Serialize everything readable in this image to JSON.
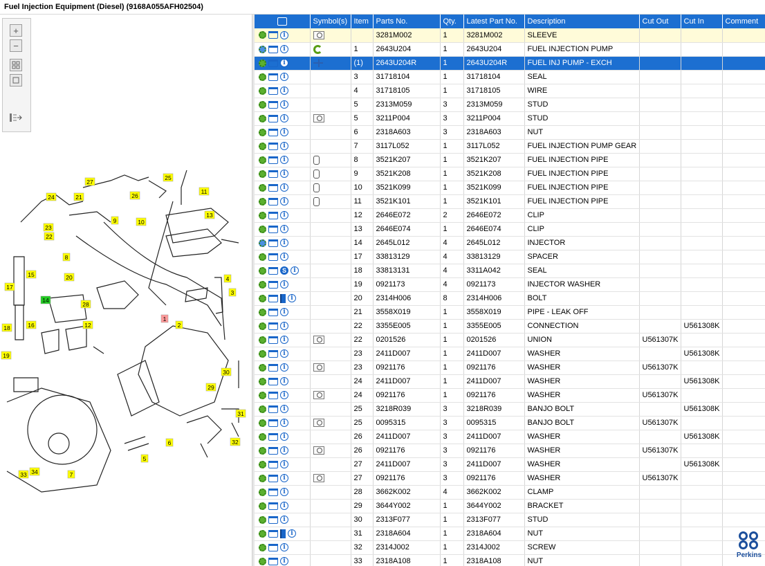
{
  "title": "Fuel Injection Equipment (Diesel) (9168A055AFH02504)",
  "toolbox": {
    "zoom_in": "+",
    "zoom_out": "−"
  },
  "table": {
    "headers": [
      "Symbol(s)",
      "Item",
      "Parts No.",
      "Qty.",
      "Latest Part No.",
      "Description",
      "Cut Out",
      "Cut In",
      "Comment"
    ],
    "rows": [
      {
        "icons": [
          "gear",
          "cart",
          "info"
        ],
        "sym": "mag",
        "item": "",
        "part": "3281M002",
        "qty": "1",
        "latest": "3281M002",
        "desc": "SLEEVE",
        "cutout": "",
        "cutin": "",
        "comment": "",
        "state": "hl"
      },
      {
        "icons": [
          "gear2",
          "cart",
          "info"
        ],
        "sym": "arrow",
        "item": "1",
        "part": "2643U204",
        "qty": "1",
        "latest": "2643U204",
        "desc": "FUEL INJECTION PUMP",
        "cutout": "",
        "cutin": "",
        "comment": "",
        "state": ""
      },
      {
        "icons": [
          "gear",
          "cart",
          "info"
        ],
        "sym": "split",
        "item": "(1)",
        "part": "2643U204R",
        "qty": "1",
        "latest": "2643U204R",
        "desc": "FUEL INJ PUMP - EXCH",
        "cutout": "",
        "cutin": "",
        "comment": "",
        "state": "sel"
      },
      {
        "icons": [
          "gear",
          "cart",
          "info"
        ],
        "sym": "",
        "item": "3",
        "part": "31718104",
        "qty": "1",
        "latest": "31718104",
        "desc": "SEAL",
        "cutout": "",
        "cutin": "",
        "comment": "",
        "state": ""
      },
      {
        "icons": [
          "gear",
          "cart",
          "info"
        ],
        "sym": "",
        "item": "4",
        "part": "31718105",
        "qty": "1",
        "latest": "31718105",
        "desc": "WIRE",
        "cutout": "",
        "cutin": "",
        "comment": "",
        "state": ""
      },
      {
        "icons": [
          "gear",
          "cart",
          "info"
        ],
        "sym": "",
        "item": "5",
        "part": "2313M059",
        "qty": "3",
        "latest": "2313M059",
        "desc": "STUD",
        "cutout": "",
        "cutin": "",
        "comment": "",
        "state": ""
      },
      {
        "icons": [
          "gear",
          "cart",
          "info"
        ],
        "sym": "mag",
        "item": "5",
        "part": "3211P004",
        "qty": "3",
        "latest": "3211P004",
        "desc": "STUD",
        "cutout": "",
        "cutin": "",
        "comment": "",
        "state": ""
      },
      {
        "icons": [
          "gear",
          "cart",
          "info"
        ],
        "sym": "",
        "item": "6",
        "part": "2318A603",
        "qty": "3",
        "latest": "2318A603",
        "desc": "NUT",
        "cutout": "",
        "cutin": "",
        "comment": "",
        "state": ""
      },
      {
        "icons": [
          "gear",
          "cart",
          "info"
        ],
        "sym": "",
        "item": "7",
        "part": "3117L052",
        "qty": "1",
        "latest": "3117L052",
        "desc": "FUEL INJECTION PUMP GEAR",
        "cutout": "",
        "cutin": "",
        "comment": "",
        "state": ""
      },
      {
        "icons": [
          "gear",
          "cart",
          "info"
        ],
        "sym": "cyl",
        "item": "8",
        "part": "3521K207",
        "qty": "1",
        "latest": "3521K207",
        "desc": "FUEL INJECTION PIPE",
        "cutout": "",
        "cutin": "",
        "comment": "",
        "state": ""
      },
      {
        "icons": [
          "gear",
          "cart",
          "info"
        ],
        "sym": "cyl",
        "item": "9",
        "part": "3521K208",
        "qty": "1",
        "latest": "3521K208",
        "desc": "FUEL INJECTION PIPE",
        "cutout": "",
        "cutin": "",
        "comment": "",
        "state": ""
      },
      {
        "icons": [
          "gear",
          "cart",
          "info"
        ],
        "sym": "cyl",
        "item": "10",
        "part": "3521K099",
        "qty": "1",
        "latest": "3521K099",
        "desc": "FUEL INJECTION PIPE",
        "cutout": "",
        "cutin": "",
        "comment": "",
        "state": ""
      },
      {
        "icons": [
          "gear",
          "cart",
          "info"
        ],
        "sym": "cyl",
        "item": "11",
        "part": "3521K101",
        "qty": "1",
        "latest": "3521K101",
        "desc": "FUEL INJECTION PIPE",
        "cutout": "",
        "cutin": "",
        "comment": "",
        "state": ""
      },
      {
        "icons": [
          "gear",
          "cart",
          "info"
        ],
        "sym": "",
        "item": "12",
        "part": "2646E072",
        "qty": "2",
        "latest": "2646E072",
        "desc": "CLIP",
        "cutout": "",
        "cutin": "",
        "comment": "",
        "state": ""
      },
      {
        "icons": [
          "gear",
          "cart",
          "info"
        ],
        "sym": "",
        "item": "13",
        "part": "2646E074",
        "qty": "1",
        "latest": "2646E074",
        "desc": "CLIP",
        "cutout": "",
        "cutin": "",
        "comment": "",
        "state": ""
      },
      {
        "icons": [
          "gear2",
          "cart",
          "info"
        ],
        "sym": "",
        "item": "14",
        "part": "2645L012",
        "qty": "4",
        "latest": "2645L012",
        "desc": "INJECTOR",
        "cutout": "",
        "cutin": "",
        "comment": "",
        "state": ""
      },
      {
        "icons": [
          "gear",
          "cart",
          "info"
        ],
        "sym": "",
        "item": "17",
        "part": "33813129",
        "qty": "4",
        "latest": "33813129",
        "desc": "SPACER",
        "cutout": "",
        "cutin": "",
        "comment": "",
        "state": ""
      },
      {
        "icons": [
          "gear",
          "cart",
          "S",
          "info"
        ],
        "sym": "",
        "item": "18",
        "part": "33813131",
        "qty": "4",
        "latest": "3311A042",
        "desc": "SEAL",
        "cutout": "",
        "cutin": "",
        "comment": "",
        "state": ""
      },
      {
        "icons": [
          "gear",
          "cart",
          "info"
        ],
        "sym": "",
        "item": "19",
        "part": "0921173",
        "qty": "4",
        "latest": "0921173",
        "desc": "INJECTOR WASHER",
        "cutout": "",
        "cutin": "",
        "comment": "",
        "state": ""
      },
      {
        "icons": [
          "gear",
          "cart",
          "book",
          "info"
        ],
        "sym": "",
        "item": "20",
        "part": "2314H006",
        "qty": "8",
        "latest": "2314H006",
        "desc": "BOLT",
        "cutout": "",
        "cutin": "",
        "comment": "",
        "state": ""
      },
      {
        "icons": [
          "gear",
          "cart",
          "info"
        ],
        "sym": "",
        "item": "21",
        "part": "3558X019",
        "qty": "1",
        "latest": "3558X019",
        "desc": "PIPE - LEAK OFF",
        "cutout": "",
        "cutin": "",
        "comment": "",
        "state": ""
      },
      {
        "icons": [
          "gear",
          "cart",
          "info"
        ],
        "sym": "",
        "item": "22",
        "part": "3355E005",
        "qty": "1",
        "latest": "3355E005",
        "desc": "CONNECTION",
        "cutout": "",
        "cutin": "U561308K",
        "comment": "",
        "state": ""
      },
      {
        "icons": [
          "gear",
          "cart",
          "info"
        ],
        "sym": "mag",
        "item": "22",
        "part": "0201526",
        "qty": "1",
        "latest": "0201526",
        "desc": "UNION",
        "cutout": "U561307K",
        "cutin": "",
        "comment": "",
        "state": ""
      },
      {
        "icons": [
          "gear",
          "cart",
          "info"
        ],
        "sym": "",
        "item": "23",
        "part": "2411D007",
        "qty": "1",
        "latest": "2411D007",
        "desc": "WASHER",
        "cutout": "",
        "cutin": "U561308K",
        "comment": "",
        "state": ""
      },
      {
        "icons": [
          "gear",
          "cart",
          "info"
        ],
        "sym": "mag",
        "item": "23",
        "part": "0921176",
        "qty": "1",
        "latest": "0921176",
        "desc": "WASHER",
        "cutout": "U561307K",
        "cutin": "",
        "comment": "",
        "state": ""
      },
      {
        "icons": [
          "gear",
          "cart",
          "info"
        ],
        "sym": "",
        "item": "24",
        "part": "2411D007",
        "qty": "1",
        "latest": "2411D007",
        "desc": "WASHER",
        "cutout": "",
        "cutin": "U561308K",
        "comment": "",
        "state": ""
      },
      {
        "icons": [
          "gear",
          "cart",
          "info"
        ],
        "sym": "mag",
        "item": "24",
        "part": "0921176",
        "qty": "1",
        "latest": "0921176",
        "desc": "WASHER",
        "cutout": "U561307K",
        "cutin": "",
        "comment": "",
        "state": ""
      },
      {
        "icons": [
          "gear",
          "cart",
          "info"
        ],
        "sym": "",
        "item": "25",
        "part": "3218R039",
        "qty": "3",
        "latest": "3218R039",
        "desc": "BANJO BOLT",
        "cutout": "",
        "cutin": "U561308K",
        "comment": "",
        "state": ""
      },
      {
        "icons": [
          "gear",
          "cart",
          "info"
        ],
        "sym": "mag",
        "item": "25",
        "part": "0095315",
        "qty": "3",
        "latest": "0095315",
        "desc": "BANJO BOLT",
        "cutout": "U561307K",
        "cutin": "",
        "comment": "",
        "state": ""
      },
      {
        "icons": [
          "gear",
          "cart",
          "info"
        ],
        "sym": "",
        "item": "26",
        "part": "2411D007",
        "qty": "3",
        "latest": "2411D007",
        "desc": "WASHER",
        "cutout": "",
        "cutin": "U561308K",
        "comment": "",
        "state": ""
      },
      {
        "icons": [
          "gear",
          "cart",
          "info"
        ],
        "sym": "mag",
        "item": "26",
        "part": "0921176",
        "qty": "3",
        "latest": "0921176",
        "desc": "WASHER",
        "cutout": "U561307K",
        "cutin": "",
        "comment": "",
        "state": ""
      },
      {
        "icons": [
          "gear",
          "cart",
          "info"
        ],
        "sym": "",
        "item": "27",
        "part": "2411D007",
        "qty": "3",
        "latest": "2411D007",
        "desc": "WASHER",
        "cutout": "",
        "cutin": "U561308K",
        "comment": "",
        "state": ""
      },
      {
        "icons": [
          "gear",
          "cart",
          "info"
        ],
        "sym": "mag",
        "item": "27",
        "part": "0921176",
        "qty": "3",
        "latest": "0921176",
        "desc": "WASHER",
        "cutout": "U561307K",
        "cutin": "",
        "comment": "",
        "state": ""
      },
      {
        "icons": [
          "gear",
          "cart",
          "info"
        ],
        "sym": "",
        "item": "28",
        "part": "3662K002",
        "qty": "4",
        "latest": "3662K002",
        "desc": "CLAMP",
        "cutout": "",
        "cutin": "",
        "comment": "",
        "state": ""
      },
      {
        "icons": [
          "gear",
          "cart",
          "info"
        ],
        "sym": "",
        "item": "29",
        "part": "3644Y002",
        "qty": "1",
        "latest": "3644Y002",
        "desc": "BRACKET",
        "cutout": "",
        "cutin": "",
        "comment": "",
        "state": ""
      },
      {
        "icons": [
          "gear",
          "cart",
          "info"
        ],
        "sym": "",
        "item": "30",
        "part": "2313F077",
        "qty": "1",
        "latest": "2313F077",
        "desc": "STUD",
        "cutout": "",
        "cutin": "",
        "comment": "",
        "state": ""
      },
      {
        "icons": [
          "gear",
          "cart",
          "book",
          "info"
        ],
        "sym": "",
        "item": "31",
        "part": "2318A604",
        "qty": "1",
        "latest": "2318A604",
        "desc": "NUT",
        "cutout": "",
        "cutin": "",
        "comment": "",
        "state": ""
      },
      {
        "icons": [
          "gear",
          "cart",
          "info"
        ],
        "sym": "",
        "item": "32",
        "part": "2314J002",
        "qty": "1",
        "latest": "2314J002",
        "desc": "SCREW",
        "cutout": "",
        "cutin": "",
        "comment": "",
        "state": ""
      },
      {
        "icons": [
          "gear",
          "cart",
          "info"
        ],
        "sym": "",
        "item": "33",
        "part": "2318A108",
        "qty": "1",
        "latest": "2318A108",
        "desc": "NUT",
        "cutout": "",
        "cutin": "",
        "comment": "",
        "state": ""
      }
    ]
  },
  "diagram": {
    "callouts": [
      "27",
      "25",
      "24",
      "21",
      "26",
      "11",
      "23",
      "9",
      "22",
      "10",
      "13",
      "8",
      "20",
      "4",
      "15",
      "17",
      "14",
      "28",
      "3",
      "1",
      "2",
      "12",
      "16",
      "18",
      "19",
      "30",
      "29",
      "31",
      "6",
      "32",
      "5",
      "33",
      "34",
      "7"
    ]
  },
  "logo": {
    "text": "Perkins"
  },
  "colors": {
    "header_bg": "#1c6fd1",
    "selected_bg": "#1c6fd1",
    "highlight_bg": "#fffbd9",
    "callout_yellow": "#ffff00",
    "callout_green": "#22cc22",
    "callout_red": "#ff9a9a"
  }
}
